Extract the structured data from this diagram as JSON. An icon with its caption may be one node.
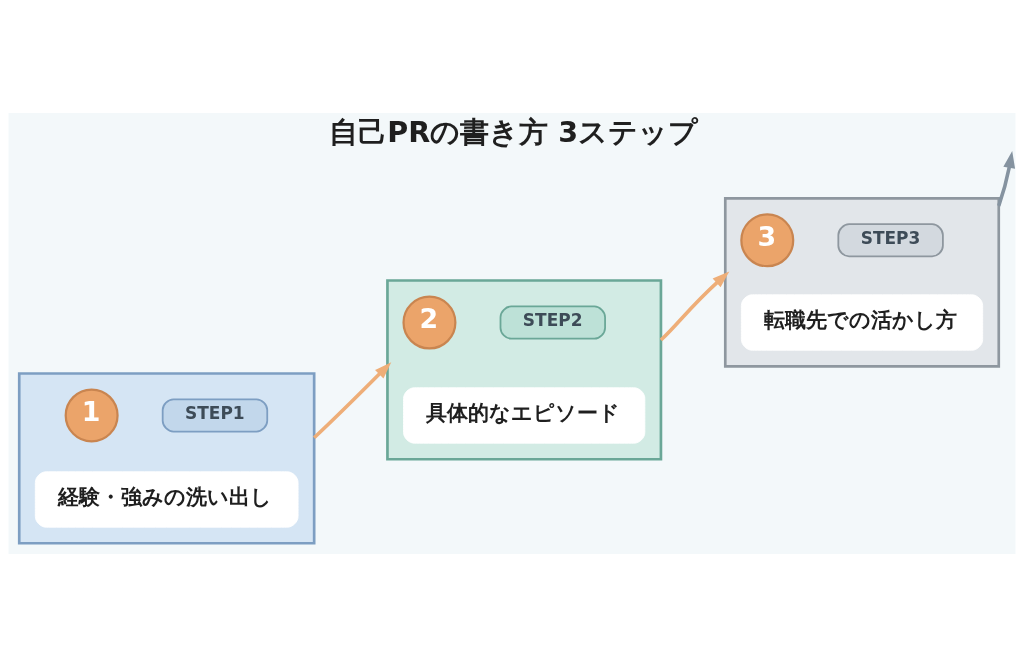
{
  "diagram": {
    "title": "自己PRの書き方 3ステップ",
    "nodes": [
      {
        "text": [],
        "shape": "box"
      },
      {
        "text": [
          "1"
        ],
        "in": 0
      },
      {
        "text": [
          "STEP1"
        ],
        "in": 0
      },
      {
        "text": [
          "経験・強みの洗い出し"
        ],
        "in": 0
      },
      {
        "text": [],
        "shape": "box"
      },
      {
        "text": [
          "2"
        ],
        "in": 4
      },
      {
        "text": [
          "STEP2"
        ],
        "in": 4
      },
      {
        "text": [
          "具体的なエピソード"
        ],
        "in": 4
      },
      {
        "text": [],
        "shape": "box"
      },
      {
        "text": [
          "3"
        ],
        "in": 8
      },
      {
        "text": [
          "STEP3"
        ],
        "in": 8
      },
      {
        "text": [
          "転職先での活かし方"
        ],
        "in": 8
      }
    ],
    "edges": [
      {
        "from": 0,
        "to": 4,
        "arrow": "to"
      },
      {
        "from": 4,
        "to": 8,
        "arrow": "to"
      },
      {
        "from": 8,
        "to": null,
        "arrow": "to",
        "color": "#8593a0"
      }
    ]
  }
}
